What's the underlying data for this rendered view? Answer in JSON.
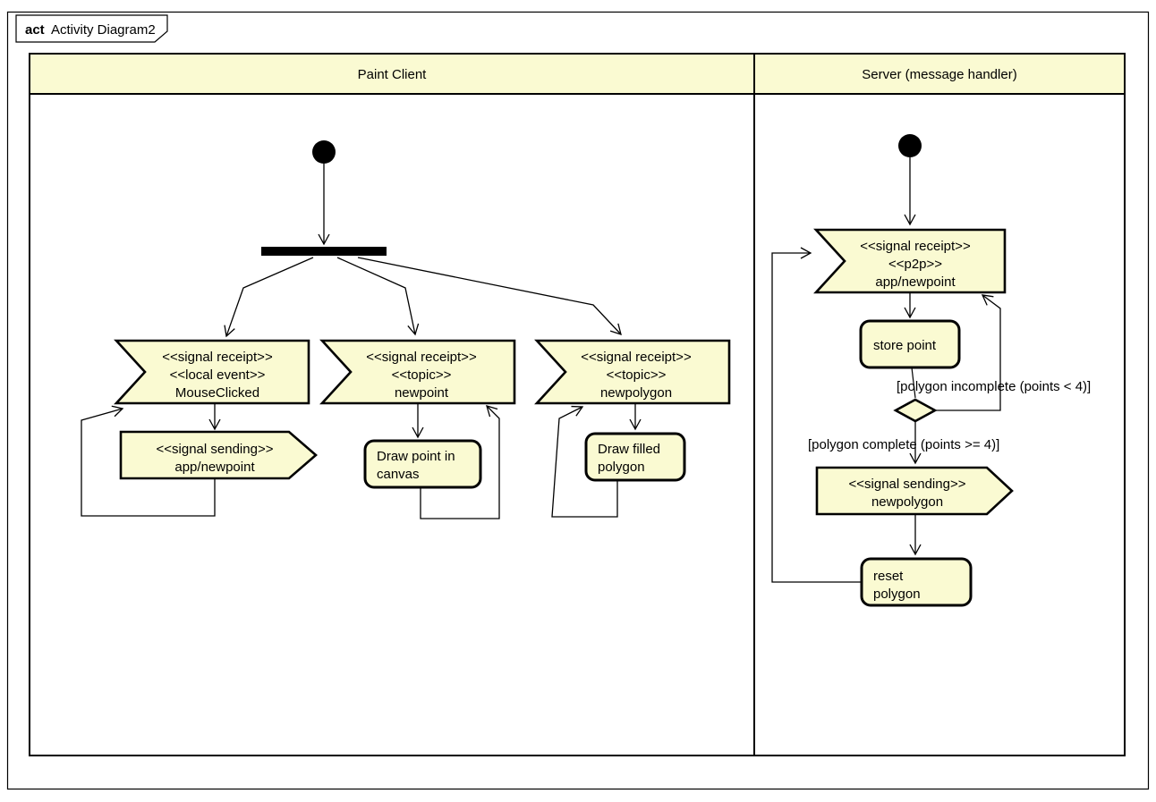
{
  "title": {
    "keyword": "act",
    "name": "Activity Diagram2"
  },
  "lanes": {
    "paint_client": "Paint Client",
    "server": "Server (message handler)"
  },
  "colors": {
    "node_fill": "#FAFAD2",
    "header_fill": "#FAFAD2",
    "stroke": "#000000"
  },
  "paint_client": {
    "receipt_mouseclicked": [
      "<<signal receipt>>",
      "<<local event>>",
      "MouseClicked"
    ],
    "receipt_newpoint": [
      "<<signal receipt>>",
      "<<topic>>",
      "newpoint"
    ],
    "receipt_newpolygon": [
      "<<signal receipt>>",
      "<<topic>>",
      "newpolygon"
    ],
    "send_app_newpoint": [
      "<<signal sending>>",
      "app/newpoint"
    ],
    "action_draw_point": [
      "Draw point in",
      "canvas"
    ],
    "action_draw_polygon": [
      "Draw filled",
      "polygon"
    ]
  },
  "server": {
    "receipt_app_newpoint": [
      "<<signal receipt>>",
      "<<p2p>>",
      "app/newpoint"
    ],
    "action_store_point": [
      "store point"
    ],
    "guard_incomplete": "[polygon incomplete (points < 4)]",
    "guard_complete": "[polygon complete (points >= 4)]",
    "send_newpolygon": [
      "<<signal sending>>",
      "newpolygon"
    ],
    "action_reset_polygon": [
      "reset",
      "polygon"
    ]
  }
}
